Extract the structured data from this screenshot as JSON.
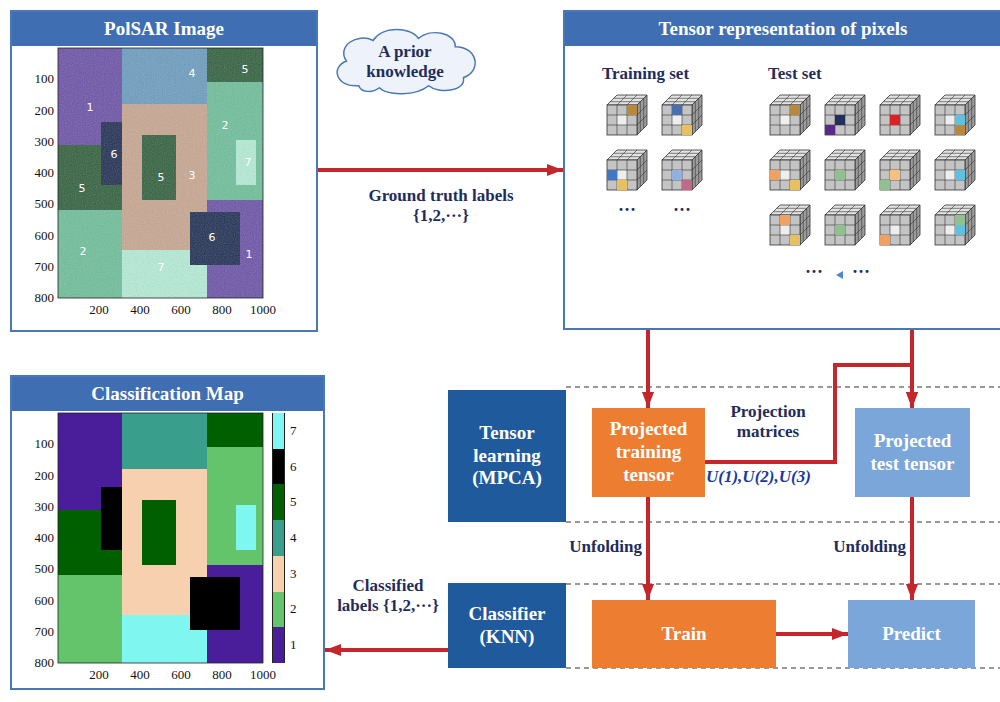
{
  "diagram": {
    "nodes": [
      {
        "text": [
          "PolSAR Image"
        ]
      },
      {
        "text": [
          "A prior knowledge"
        ]
      },
      {
        "text": [
          "Tensor representation of pixels"
        ]
      },
      {
        "text": [
          "Classification Map"
        ]
      },
      {
        "text": [
          "Tensor learning (MPCA)"
        ]
      },
      {
        "text": [
          "Projected training tensor"
        ]
      },
      {
        "text": [
          "Projected test tensor"
        ]
      },
      {
        "text": [
          "Classifier (KNN)"
        ]
      },
      {
        "text": [
          "Train"
        ]
      },
      {
        "text": [
          "Predict"
        ]
      }
    ],
    "edges": [
      {
        "from": 0,
        "to": 2,
        "arrow": "to",
        "label": "Ground truth labels {1,2,···}"
      },
      {
        "from": 2,
        "to": 5,
        "arrow": "to"
      },
      {
        "from": 2,
        "to": 6,
        "arrow": "to"
      },
      {
        "from": 5,
        "to": 6,
        "arrow": "to",
        "label": "Projection matrices"
      },
      {
        "from": 5,
        "to": 8,
        "arrow": "to",
        "label": "Unfolding"
      },
      {
        "from": 6,
        "to": 9,
        "arrow": "to",
        "label": "Unfolding"
      },
      {
        "from": 8,
        "to": 9,
        "arrow": "to"
      },
      {
        "from": 7,
        "to": 3,
        "arrow": "to",
        "label": "Classified labels {1,2,···}"
      }
    ],
    "labels": [
      "Training set",
      "Test set",
      "···",
      "···",
      "···",
      "···",
      "U(1),U(2),U(3)",
      "100",
      "200",
      "300",
      "400",
      "500",
      "600",
      "700",
      "800",
      "200",
      "400",
      "600",
      "800",
      "1000",
      "1",
      "4",
      "5",
      "2",
      "6",
      "5",
      "5",
      "3",
      "7",
      "6",
      "1",
      "2",
      "7",
      "100",
      "200",
      "300",
      "400",
      "500",
      "600",
      "700",
      "800",
      "200",
      "400",
      "600",
      "800",
      "1000"
    ],
    "legend": [
      {
        "text": "7",
        "color": "#7ff7f0"
      },
      {
        "text": "6",
        "color": "#000000"
      },
      {
        "text": "5",
        "color": "#006000"
      },
      {
        "text": "4",
        "color": "#3a9e8c"
      },
      {
        "text": "3",
        "color": "#f7d0b0"
      },
      {
        "text": "2",
        "color": "#63c46b"
      },
      {
        "text": "1",
        "color": "#4a1d9a"
      }
    ]
  }
}
